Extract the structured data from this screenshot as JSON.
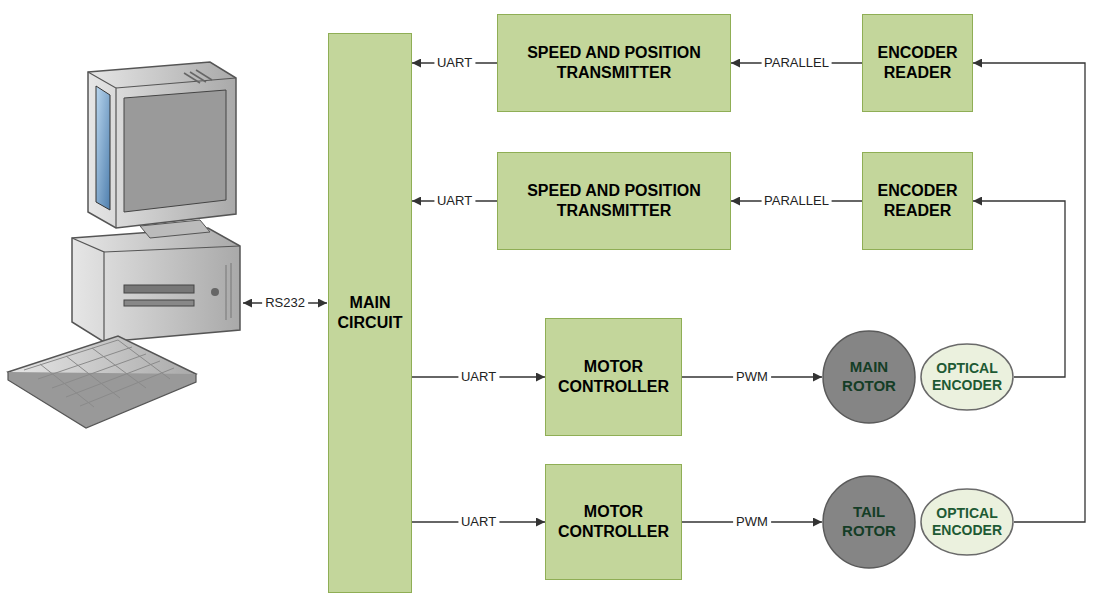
{
  "diagram": {
    "nodes": [
      {
        "text": [
          "MAIN CIRCUIT"
        ]
      },
      {
        "text": [
          "SPEED AND POSITION TRANSMITTER"
        ]
      },
      {
        "text": [
          "ENCODER READER"
        ]
      },
      {
        "text": [
          "SPEED AND POSITION TRANSMITTER"
        ]
      },
      {
        "text": [
          "ENCODER READER"
        ]
      },
      {
        "text": [
          "MOTOR CONTROLLER"
        ]
      },
      {
        "text": [
          "MAIN ROTOR"
        ]
      },
      {
        "text": [
          "OPTICAL ENCODER"
        ]
      },
      {
        "text": [
          "MOTOR CONTROLLER"
        ]
      },
      {
        "text": [
          "TAIL ROTOR"
        ]
      },
      {
        "text": [
          "OPTICAL ENCODER"
        ]
      }
    ],
    "edges": [
      {
        "from": 1,
        "to": 0,
        "label": "UART",
        "arrow": "to"
      },
      {
        "from": 2,
        "to": 1,
        "label": "PARALLEL",
        "arrow": "to"
      },
      {
        "from": 3,
        "to": 0,
        "label": "UART",
        "arrow": "to"
      },
      {
        "from": 4,
        "to": 3,
        "label": "PARALLEL",
        "arrow": "to"
      },
      {
        "from": 0,
        "to": 5,
        "label": "UART",
        "arrow": "to"
      },
      {
        "from": 5,
        "to": 6,
        "label": "PWM",
        "arrow": "to"
      },
      {
        "from": 0,
        "to": 8,
        "label": "UART",
        "arrow": "to"
      },
      {
        "from": 8,
        "to": 9,
        "label": "PWM",
        "arrow": "to"
      },
      {
        "from": 7,
        "to": 4,
        "arrow": "to"
      },
      {
        "from": 10,
        "to": 2,
        "arrow": "to"
      }
    ],
    "labels": [
      "RS232"
    ]
  }
}
